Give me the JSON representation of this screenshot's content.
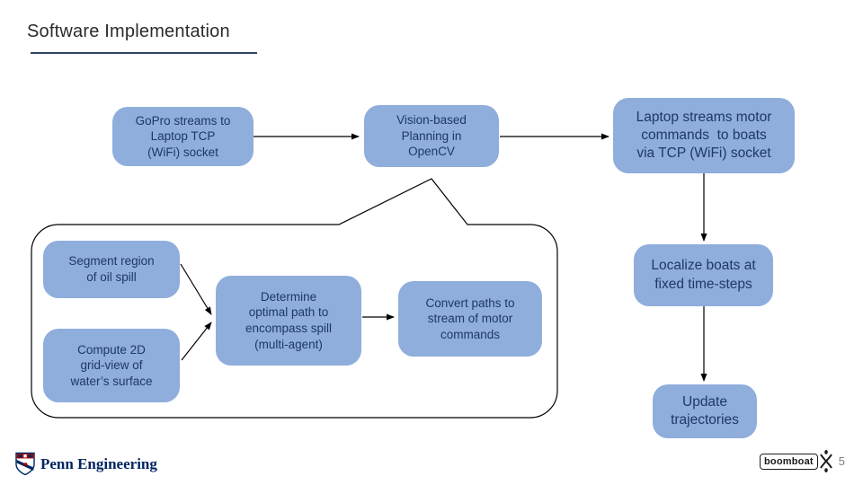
{
  "title": {
    "text": "Software Implementation"
  },
  "flow": {
    "gopro": "GoPro streams to\nLaptop TCP\n(WiFi) socket",
    "vision": "Vision-based\nPlanning in\nOpenCV",
    "laptop": "Laptop streams motor\ncommands  to boats\nvia TCP (WiFi) socket",
    "localize": "Localize boats at\nfixed time-steps",
    "update": "Update\ntrajectories"
  },
  "callout": {
    "segment": "Segment region\nof oil spill",
    "compute": "Compute 2D\ngrid-view of\nwater’s surface",
    "determine": "Determine\noptimal path to\nencompass spill\n(multi-agent)",
    "convert": "Convert paths to\nstream of motor\ncommands"
  },
  "footer": {
    "org": "Penn Engineering",
    "brand": "boomboat",
    "page_number": "5"
  },
  "colors": {
    "box_fill": "#8faedc",
    "box_text": "#1f3864",
    "title_text": "#2b2b2b",
    "title_underline": "#2f4468",
    "connector_line": "#000000",
    "penn_blue": "#01245f",
    "penn_red": "#990000",
    "page_number_gray": "#7f7f7f"
  }
}
